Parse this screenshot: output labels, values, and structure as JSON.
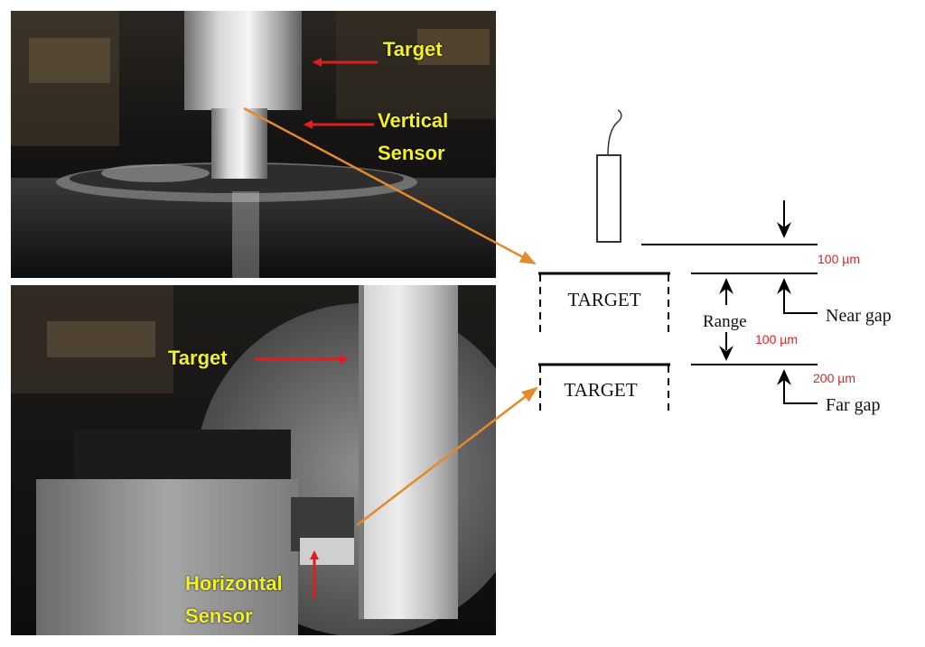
{
  "photo_top": {
    "label_target": "Target",
    "label_sensor_line1": "Vertical",
    "label_sensor_line2": "Sensor"
  },
  "photo_bottom": {
    "label_target": "Target",
    "label_sensor_line1": "Horizontal",
    "label_sensor_line2": "Sensor"
  },
  "schematic": {
    "target_near": "TARGET",
    "target_far": "TARGET",
    "range_label": "Range",
    "near_gap_label": "Near gap",
    "far_gap_label": "Far gap",
    "dim_100_top": "100 µm",
    "dim_100_mid": "100 µm",
    "dim_200": "200 µm"
  },
  "colors": {
    "label_yellow": "#f2ef2b",
    "pointer_red": "#e11e1e",
    "leader_orange": "#e58a2a",
    "dimension_red": "#d22222"
  }
}
